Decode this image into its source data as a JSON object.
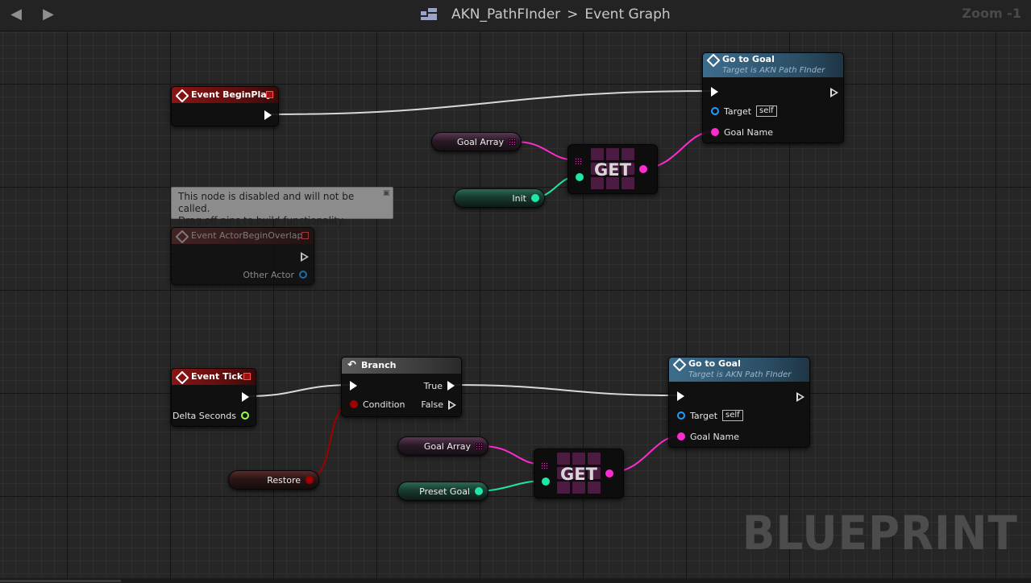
{
  "topbar": {
    "back_icon": "arrow-left-icon",
    "forward_icon": "arrow-right-icon",
    "breadcrumb_icon": "blueprint-grid-icon",
    "blueprint_name": "AKN_PathFInder",
    "separator": ">",
    "graph_name": "Event Graph",
    "zoom": "Zoom -1"
  },
  "watermark": "BLUEPRINT",
  "nodes": {
    "begin_play": {
      "title": "Event BeginPlay"
    },
    "goto_goal_1": {
      "title": "Go to Goal",
      "subtitle": "Target is AKN Path FInder",
      "target_label": "Target",
      "target_default": "self",
      "goal_name_label": "Goal Name"
    },
    "goal_array_1": {
      "label": "Goal Array"
    },
    "init_var": {
      "label": "Init"
    },
    "get_1": {
      "label": "GET"
    },
    "disabled_tooltip": {
      "line1": "This node is disabled and will not be called.",
      "line2": "Drag off pins to build functionality."
    },
    "actor_overlap": {
      "title": "Event ActorBeginOverlap",
      "pin_label": "Other Actor"
    },
    "event_tick": {
      "title": "Event Tick",
      "pin_label": "Delta Seconds"
    },
    "branch": {
      "title": "Branch",
      "condition_label": "Condition",
      "true_label": "True",
      "false_label": "False"
    },
    "goto_goal_2": {
      "title": "Go to Goal",
      "subtitle": "Target is AKN Path FInder",
      "target_label": "Target",
      "target_default": "self",
      "goal_name_label": "Goal Name"
    },
    "goal_array_2": {
      "label": "Goal Array"
    },
    "preset_goal": {
      "label": "Preset Goal"
    },
    "restore_var": {
      "label": "Restore"
    },
    "get_2": {
      "label": "GET"
    }
  },
  "colors": {
    "exec": "#ffffff",
    "name_pin": "#ff2ad0",
    "int_pin": "#1ee6a8",
    "bool_pin": "#a00000",
    "object_pin": "#1aa0ff",
    "float_pin": "#9cff3c"
  }
}
